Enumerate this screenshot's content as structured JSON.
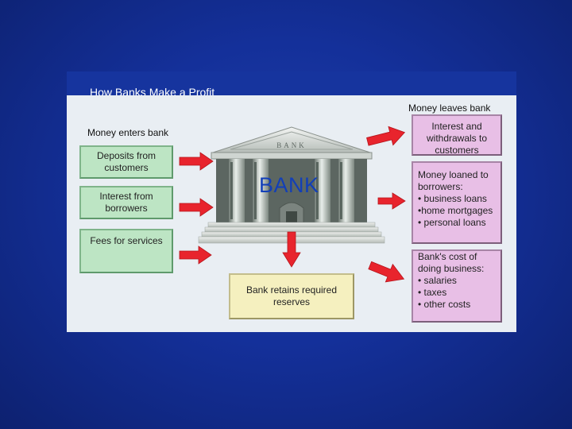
{
  "title": "How Banks Make a Profit",
  "headings": {
    "money_enters": "Money enters bank",
    "money_leaves": "Money leaves bank"
  },
  "inflows": [
    "Deposits from customers",
    "Interest from borrowers",
    "Fees for services"
  ],
  "bank": {
    "label": "BANK",
    "pediment_text": "BANK"
  },
  "reserves": "Bank retains required reserves",
  "outflows": {
    "interest": "Interest and withdrawals to customers",
    "loans": {
      "intro": "Money loaned to borrowers:",
      "items": [
        "• business loans",
        "•home mortgages",
        "• personal loans"
      ]
    },
    "costs": {
      "intro": "Bank's cost of doing business:",
      "items": [
        "• salaries",
        "• taxes",
        "• other costs"
      ]
    }
  },
  "colors": {
    "background": "#14309a",
    "panel": "#e9eef3",
    "arrow": "#e8242d",
    "inflow_box": "#bde5c4",
    "outflow_box": "#e8bfe6",
    "reserve_box": "#f5f0bf",
    "bank_label": "#123fb8"
  }
}
